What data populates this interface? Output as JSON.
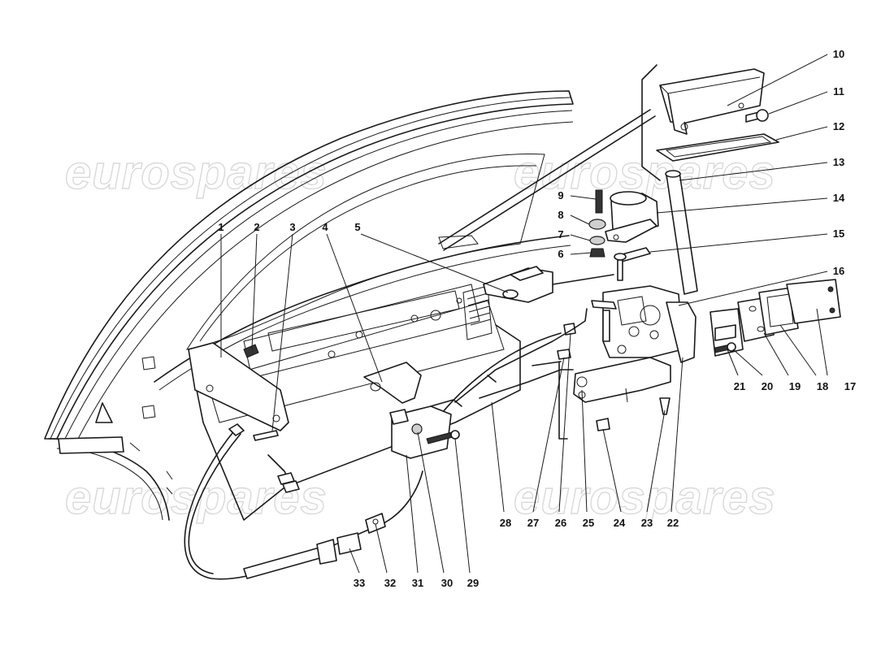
{
  "watermark": {
    "text": "eurospares"
  },
  "callouts": {
    "c1": "1",
    "c2": "2",
    "c3": "3",
    "c4": "4",
    "c5": "5",
    "c6": "6",
    "c7": "7",
    "c8": "8",
    "c9": "9",
    "c10": "10",
    "c11": "11",
    "c12": "12",
    "c13": "13",
    "c14": "14",
    "c15": "15",
    "c16": "16",
    "c17": "17",
    "c18": "18",
    "c19": "19",
    "c20": "20",
    "c21": "21",
    "c22": "22",
    "c23": "23",
    "c24": "24",
    "c25": "25",
    "c26": "26",
    "c27": "27",
    "c28": "28",
    "c29": "29",
    "c30": "30",
    "c31": "31",
    "c32": "32",
    "c33": "33"
  }
}
